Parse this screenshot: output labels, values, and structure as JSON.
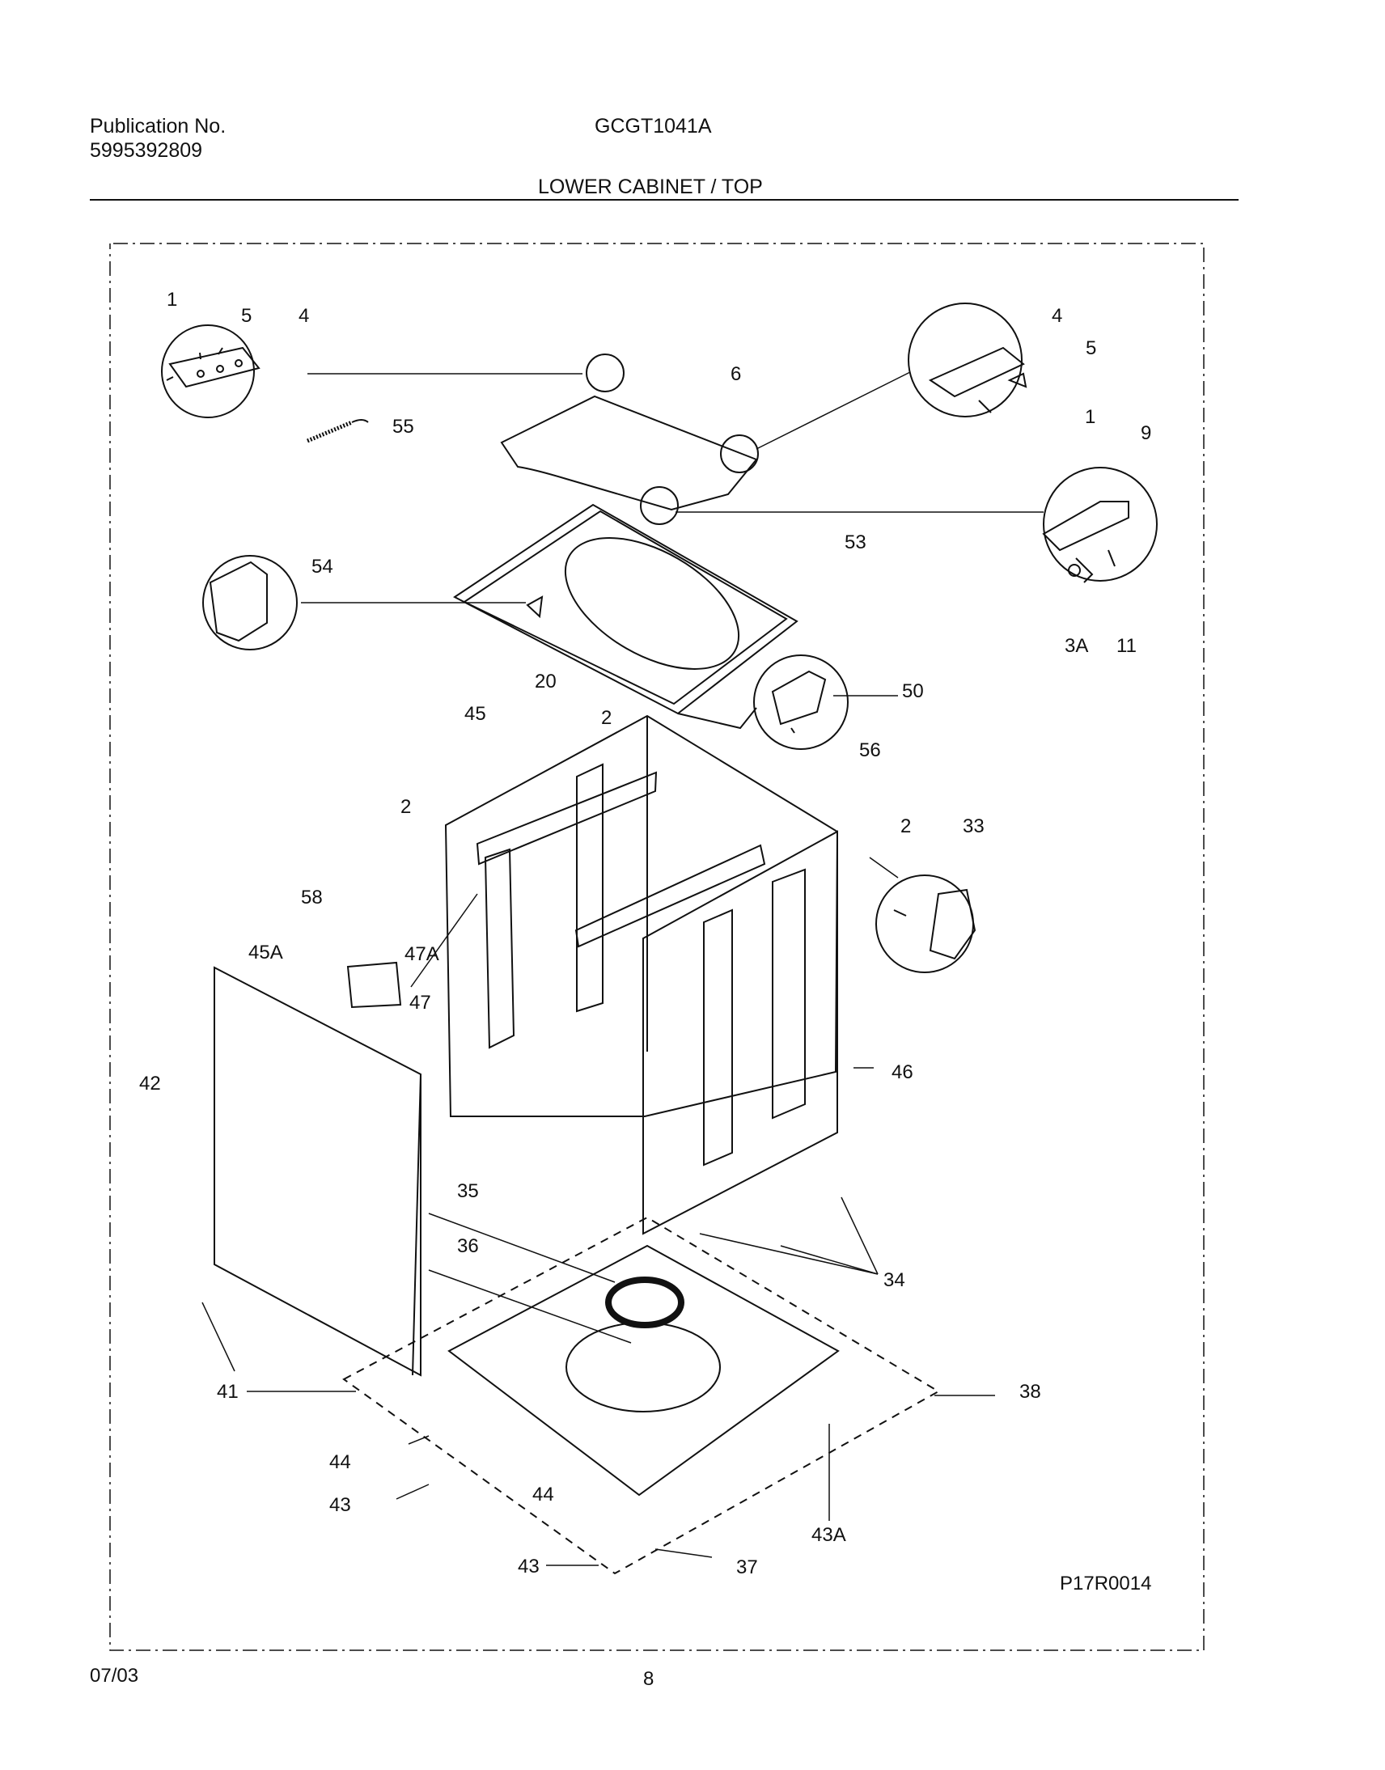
{
  "header": {
    "publication_label": "Publication No.",
    "publication_number": "5995392809",
    "model": "GCGT1041A",
    "section_title": "LOWER CABINET / TOP"
  },
  "diagram": {
    "figure_code": "P17R0014",
    "part_labels": [
      "1",
      "5",
      "4",
      "55",
      "6",
      "4",
      "5",
      "1",
      "9",
      "53",
      "54",
      "3A",
      "11",
      "20",
      "45",
      "2",
      "50",
      "56",
      "2",
      "2",
      "33",
      "58",
      "45A",
      "47A",
      "47",
      "42",
      "46",
      "35",
      "36",
      "34",
      "41",
      "38",
      "44",
      "43",
      "44",
      "43",
      "37",
      "43A"
    ]
  },
  "footer": {
    "date": "07/03",
    "page": "8"
  }
}
